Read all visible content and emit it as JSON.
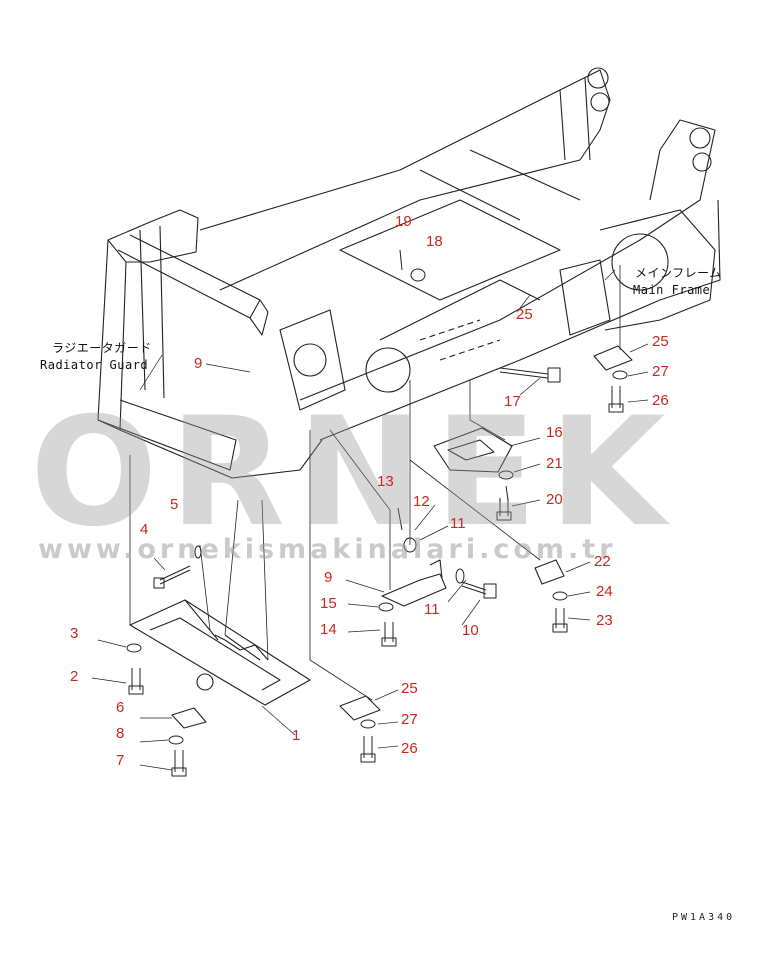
{
  "labels": {
    "main_frame_jp": "メインフレーム",
    "main_frame_en": "Main Frame",
    "radiator_guard_jp": "ラジエータガード",
    "radiator_guard_en": "Radiator Guard"
  },
  "watermark": {
    "brand": "ORNEK",
    "url": "www.ornekismakinalari.com.tr"
  },
  "figure_code": "PW1A340",
  "callouts": [
    "19",
    "18",
    "25",
    "9",
    "17",
    "16",
    "21",
    "20",
    "13",
    "12",
    "11",
    "5",
    "4",
    "9",
    "15",
    "14",
    "11",
    "10",
    "22",
    "24",
    "23",
    "3",
    "2",
    "6",
    "8",
    "7",
    "1",
    "25",
    "27",
    "26",
    "25",
    "27",
    "26"
  ],
  "colors": {
    "callout": "#c8281e",
    "line": "#222222",
    "watermark": "#999999"
  }
}
